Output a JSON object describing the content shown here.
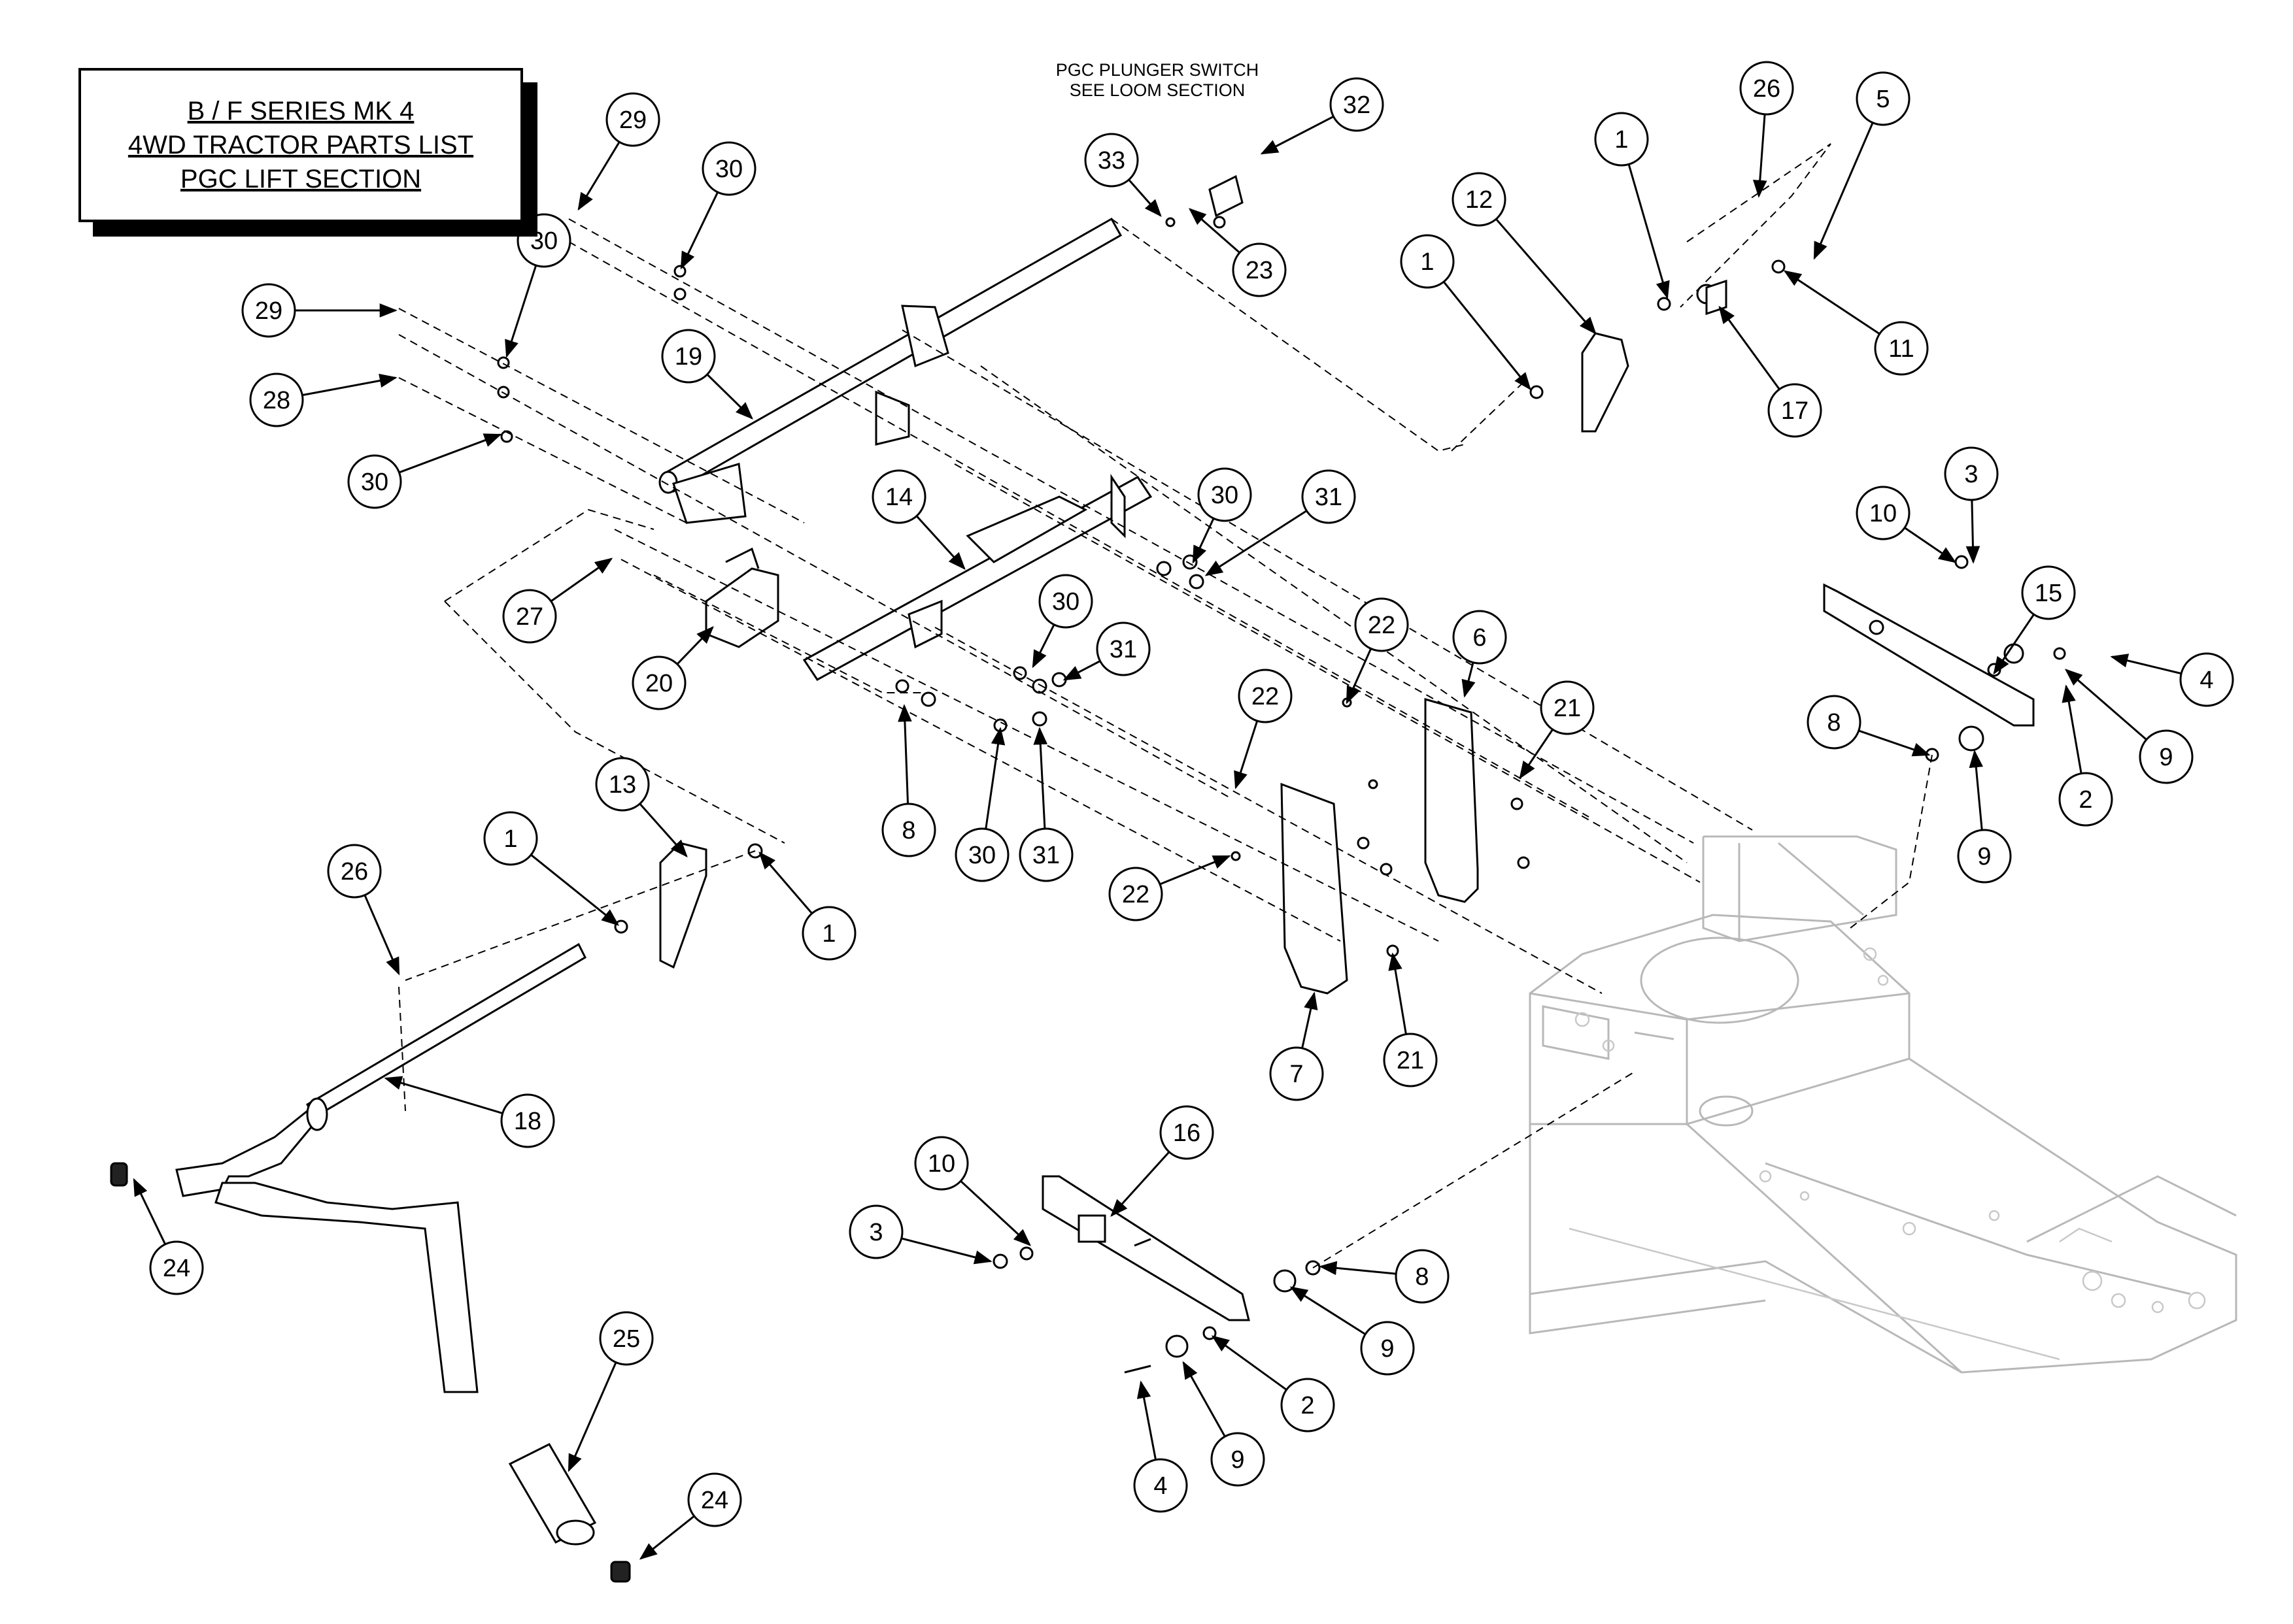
{
  "title": {
    "lines": [
      "B / F SERIES MK 4",
      "4WD TRACTOR PARTS LIST",
      "PGC LIFT SECTION"
    ]
  },
  "notes": {
    "plunger_line1": "PGC PLUNGER SWITCH",
    "plunger_line2": "SEE LOOM SECTION"
  },
  "callouts": [
    {
      "num": "29"
    },
    {
      "num": "30"
    },
    {
      "num": "33"
    },
    {
      "num": "32"
    },
    {
      "num": "23"
    },
    {
      "num": "29"
    },
    {
      "num": "30"
    },
    {
      "num": "28"
    },
    {
      "num": "30"
    },
    {
      "num": "19"
    },
    {
      "num": "14"
    },
    {
      "num": "27"
    },
    {
      "num": "20"
    },
    {
      "num": "30"
    },
    {
      "num": "31"
    },
    {
      "num": "30"
    },
    {
      "num": "31"
    },
    {
      "num": "8"
    },
    {
      "num": "30"
    },
    {
      "num": "31"
    },
    {
      "num": "1"
    },
    {
      "num": "12"
    },
    {
      "num": "1"
    },
    {
      "num": "26"
    },
    {
      "num": "5"
    },
    {
      "num": "11"
    },
    {
      "num": "17"
    },
    {
      "num": "10"
    },
    {
      "num": "3"
    },
    {
      "num": "15"
    },
    {
      "num": "4"
    },
    {
      "num": "9"
    },
    {
      "num": "8"
    },
    {
      "num": "2"
    },
    {
      "num": "9"
    },
    {
      "num": "22"
    },
    {
      "num": "6"
    },
    {
      "num": "21"
    },
    {
      "num": "22"
    },
    {
      "num": "22"
    },
    {
      "num": "7"
    },
    {
      "num": "21"
    },
    {
      "num": "13"
    },
    {
      "num": "1"
    },
    {
      "num": "1"
    },
    {
      "num": "26"
    },
    {
      "num": "18"
    },
    {
      "num": "24"
    },
    {
      "num": "25"
    },
    {
      "num": "24"
    },
    {
      "num": "16"
    },
    {
      "num": "10"
    },
    {
      "num": "3"
    },
    {
      "num": "8"
    },
    {
      "num": "9"
    },
    {
      "num": "2"
    },
    {
      "num": "9"
    },
    {
      "num": "4"
    }
  ]
}
